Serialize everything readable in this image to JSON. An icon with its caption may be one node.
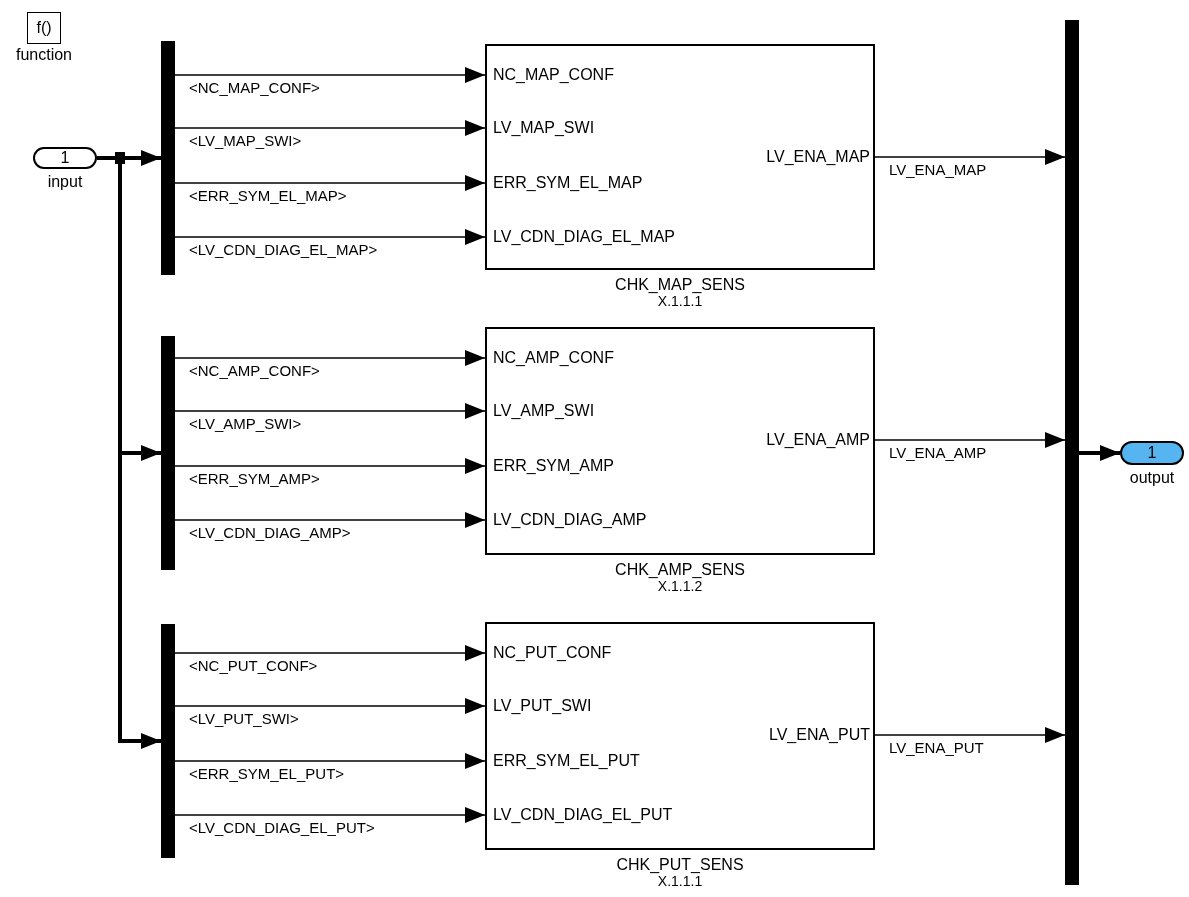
{
  "diagram": {
    "nodes": [
      {
        "text": [
          "f()",
          "function"
        ]
      },
      {
        "text": [
          "1",
          "input"
        ]
      },
      {
        "text": [],
        "shape": "bar"
      },
      {
        "text": [
          "NC_MAP_CONF",
          "LV_MAP_SWI",
          "ERR_SYM_EL_MAP",
          "LV_CDN_DIAG_EL_MAP",
          "LV_ENA_MAP",
          "CHK_MAP_SENS",
          "X.1.1.1"
        ]
      },
      {
        "text": [],
        "shape": "bar"
      },
      {
        "text": [
          "NC_AMP_CONF",
          "LV_AMP_SWI",
          "ERR_SYM_AMP",
          "LV_CDN_DIAG_AMP",
          "LV_ENA_AMP",
          "CHK_AMP_SENS",
          "X.1.1.2"
        ]
      },
      {
        "text": [],
        "shape": "bar"
      },
      {
        "text": [
          "NC_PUT_CONF",
          "LV_PUT_SWI",
          "ERR_SYM_EL_PUT",
          "LV_CDN_DIAG_EL_PUT",
          "LV_ENA_PUT",
          "CHK_PUT_SENS",
          "X.1.1.1"
        ]
      },
      {
        "text": [],
        "shape": "bar"
      },
      {
        "text": [
          "1",
          "output"
        ]
      }
    ],
    "edges": [
      {
        "from": 1,
        "to": 2,
        "arrow": "to",
        "style": "thick"
      },
      {
        "from": 1,
        "to": 4,
        "arrow": "to",
        "style": "thick"
      },
      {
        "from": 1,
        "to": 6,
        "arrow": "to",
        "style": "thick"
      },
      {
        "from": 2,
        "to": 3,
        "arrow": "to",
        "label": "<NC_MAP_CONF>"
      },
      {
        "from": 2,
        "to": 3,
        "arrow": "to",
        "label": "<LV_MAP_SWI>"
      },
      {
        "from": 2,
        "to": 3,
        "arrow": "to",
        "label": "<ERR_SYM_EL_MAP>"
      },
      {
        "from": 2,
        "to": 3,
        "arrow": "to",
        "label": "<LV_CDN_DIAG_EL_MAP>"
      },
      {
        "from": 4,
        "to": 5,
        "arrow": "to",
        "label": "<NC_AMP_CONF>"
      },
      {
        "from": 4,
        "to": 5,
        "arrow": "to",
        "label": "<LV_AMP_SWI>"
      },
      {
        "from": 4,
        "to": 5,
        "arrow": "to",
        "label": "<ERR_SYM_AMP>"
      },
      {
        "from": 4,
        "to": 5,
        "arrow": "to",
        "label": "<LV_CDN_DIAG_AMP>"
      },
      {
        "from": 6,
        "to": 7,
        "arrow": "to",
        "label": "<NC_PUT_CONF>"
      },
      {
        "from": 6,
        "to": 7,
        "arrow": "to",
        "label": "<LV_PUT_SWI>"
      },
      {
        "from": 6,
        "to": 7,
        "arrow": "to",
        "label": "<ERR_SYM_EL_PUT>"
      },
      {
        "from": 6,
        "to": 7,
        "arrow": "to",
        "label": "<LV_CDN_DIAG_EL_PUT>"
      },
      {
        "from": 3,
        "to": 8,
        "arrow": "to",
        "label": "LV_ENA_MAP"
      },
      {
        "from": 5,
        "to": 8,
        "arrow": "to",
        "label": "LV_ENA_AMP"
      },
      {
        "from": 7,
        "to": 8,
        "arrow": "to",
        "label": "LV_ENA_PUT"
      },
      {
        "from": 8,
        "to": 9,
        "arrow": "to",
        "style": "thick"
      }
    ]
  }
}
